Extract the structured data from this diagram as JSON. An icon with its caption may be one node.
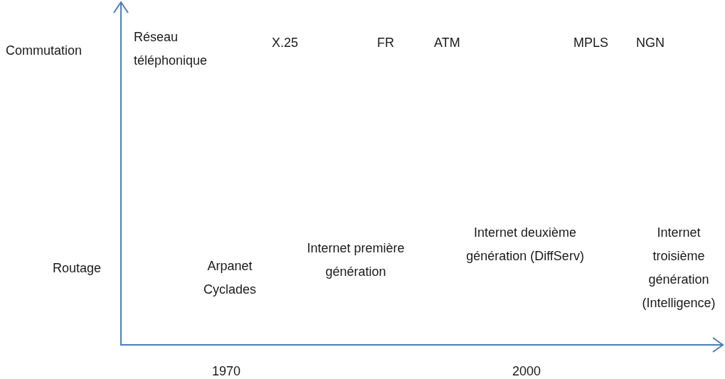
{
  "diagram": {
    "labels": [
      "Commutation",
      "Réseau téléphonique",
      "X.25",
      "FR",
      "ATM",
      "MPLS",
      "NGN",
      "Routage",
      "Arpanet",
      "Cyclades",
      "Internet première génération",
      "Internet deuxième génération (DiffServ)",
      "Internet troisième génération (Intelligence)",
      "1970",
      "2000"
    ]
  }
}
